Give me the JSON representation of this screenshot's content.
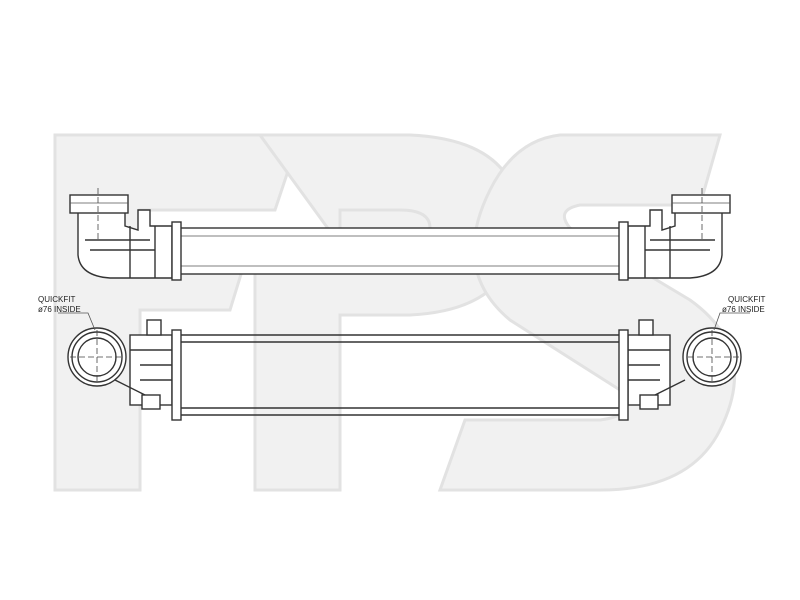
{
  "watermark": {
    "text": "FPS",
    "color": "#f1f1f1"
  },
  "labels": {
    "left": {
      "line1": "QUICKFIT",
      "line2": "ø76  INSIDE"
    },
    "right": {
      "line1": "QUICKFIT",
      "line2": "ø76  INSIDE"
    }
  },
  "colors": {
    "line": "#333333",
    "background": "#ffffff"
  }
}
